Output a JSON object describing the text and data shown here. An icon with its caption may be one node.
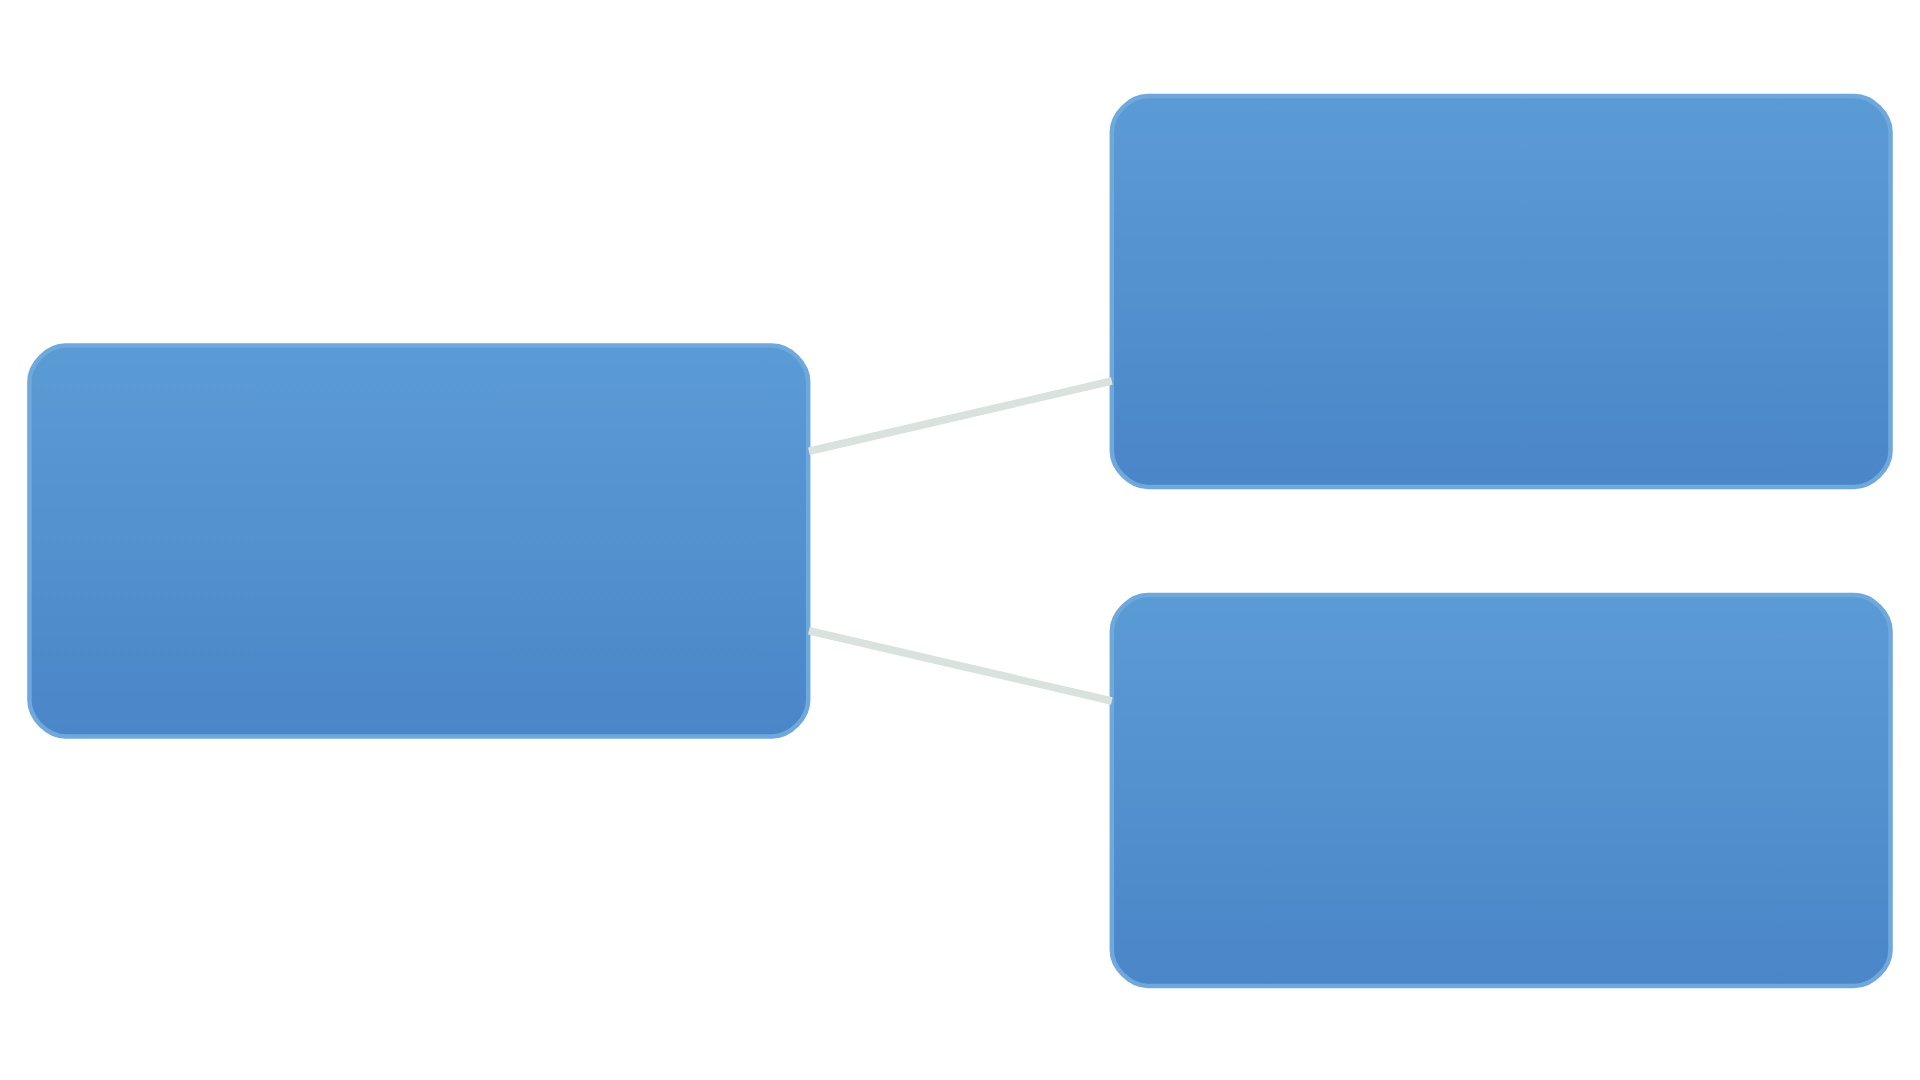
{
  "diagram": {
    "nodes": [
      {
        "text": [],
        "shape": "box"
      },
      {
        "text": [],
        "shape": "box"
      },
      {
        "text": [],
        "shape": "box"
      }
    ],
    "edges": [
      {
        "from": 0,
        "to": 1,
        "arrow": "none"
      },
      {
        "from": 0,
        "to": 2,
        "arrow": "none"
      }
    ]
  }
}
